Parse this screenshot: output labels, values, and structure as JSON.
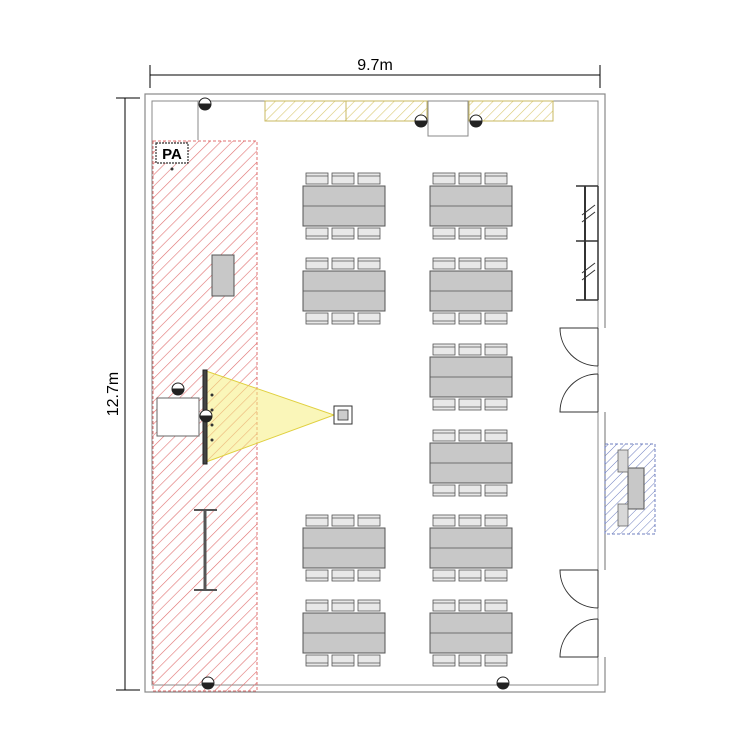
{
  "dimensions": {
    "width_label": "9.7m",
    "height_label": "12.7m"
  },
  "pa_label": "PA",
  "colors": {
    "wall": "#888888",
    "table_fill": "#c8c8c8",
    "table_stroke": "#555555",
    "stage_hatch": "#e07070",
    "shelf_hatch": "#d8c870",
    "projection_beam": "#f5ee80",
    "booth_hatch": "#7080c0"
  },
  "icons": {
    "outlet": "outlet-icon",
    "projector": "projector-icon",
    "door": "door-icon",
    "screen": "projection-screen-icon",
    "microphone_stand": "mic-stand-icon"
  }
}
